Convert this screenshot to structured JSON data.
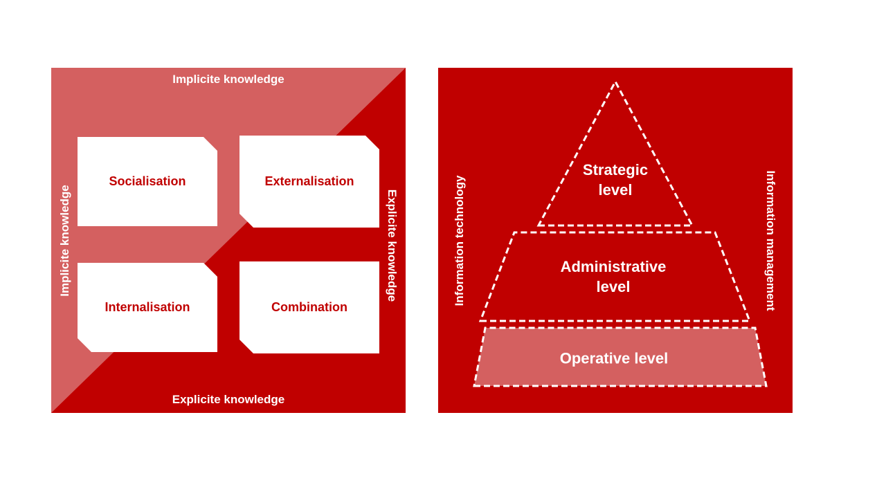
{
  "seci": {
    "top_label": "Implicite knowledge",
    "bottom_label": "Explicite knowledge",
    "left_label": "Implicite knowledge",
    "right_label": "Explicite knowledge",
    "quadrants": {
      "socialisation": "Socialisation",
      "externalisation": "Externalisation",
      "internalisation": "Internalisation",
      "combination": "Combination"
    },
    "colors": {
      "dark": "#c00000",
      "light": "#d46060",
      "card": "#ffffff"
    }
  },
  "pyramid": {
    "levels": {
      "strategic": "Strategic\nlevel",
      "administrative": "Administrative\nlevel",
      "operative": "Operative level"
    },
    "left_label": "Information technology",
    "right_label": "Information management",
    "colors": {
      "background": "#c00000",
      "operative_fill": "#d46060",
      "outline": "#ffffff"
    }
  }
}
